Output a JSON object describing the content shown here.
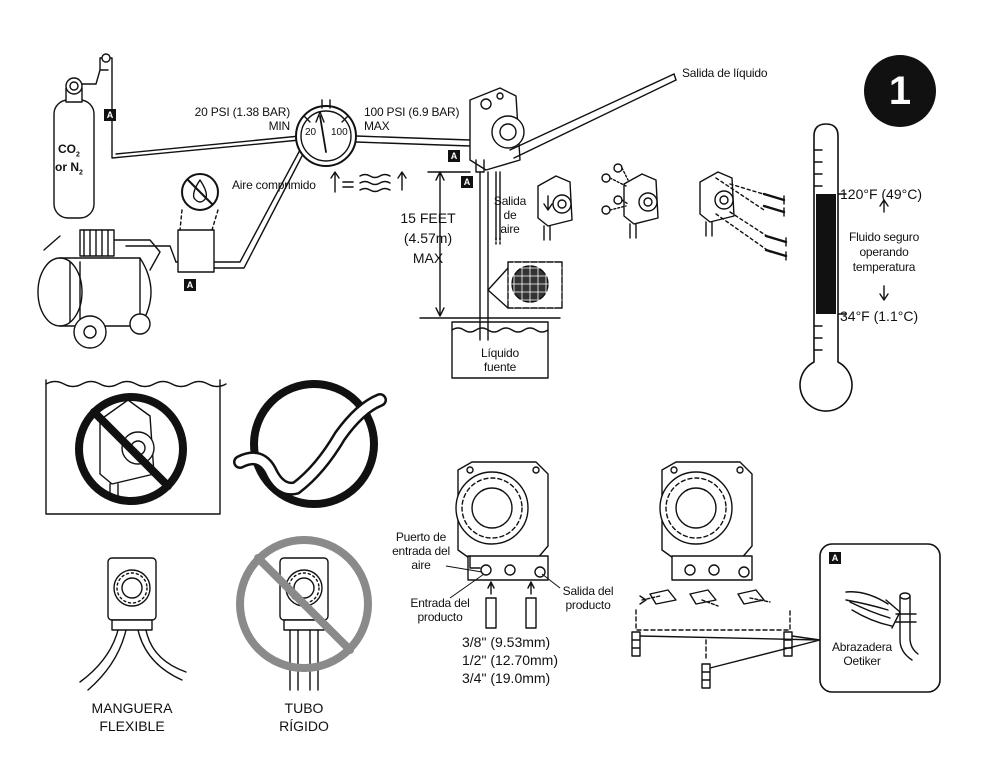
{
  "step_number": "1",
  "badge_letter": "A",
  "labels": {
    "liquid_outlet": "Salida de líquido",
    "psi_min_value": "20 PSI (1.38 BAR)",
    "psi_min_word": "MIN",
    "psi_max_value": "100 PSI (6.9 BAR)",
    "psi_max_word": "MAX",
    "gauge_low": "20",
    "gauge_high": "100",
    "gas_line1": "CO",
    "gas_sub1": "2",
    "gas_line2": "or N",
    "gas_sub2": "2",
    "compressed_air": "Aire comprimido",
    "lift_line1": "15 FEET",
    "lift_line2": "(4.57m)",
    "lift_line3": "MAX",
    "air_outlet_line1": "Salida",
    "air_outlet_line2": "de",
    "air_outlet_line3": "aire",
    "source_liquid_line1": "Líquido",
    "source_liquid_line2": "fuente",
    "temp_high": "120°F (49°C)",
    "temp_low": "34°F (1.1°C)",
    "fluid_line1": "Fluido seguro",
    "fluid_line2": "operando",
    "fluid_line3": "temperatura",
    "air_inlet_line1": "Puerto de",
    "air_inlet_line2": "entrada del",
    "air_inlet_line3": "aire",
    "product_inlet_line1": "Entrada del",
    "product_inlet_line2": "producto",
    "product_outlet_line1": "Salida del",
    "product_outlet_line2": "producto",
    "size_38": "3/8\" (9.53mm)",
    "size_12": "1/2\" (12.70mm)",
    "size_34": "3/4\" (19.0mm)",
    "clamp_line1": "Abrazadera",
    "clamp_line2": "Oetiker",
    "flex_line1": "MANGUERA",
    "flex_line2": "FLEXIBLE",
    "rigid_line1": "TUBO",
    "rigid_line2": "RÍGIDO"
  },
  "colors": {
    "ink": "#111111",
    "prohibited_gray": "#8a8a8a",
    "paper": "#ffffff"
  },
  "icons": [
    "gas-cylinder-icon",
    "air-compressor-icon",
    "pressure-gauge-icon",
    "thermometer-icon",
    "pump-icon",
    "prohibition-icon",
    "checkmark-icon",
    "oetiker-clamp-icon"
  ]
}
